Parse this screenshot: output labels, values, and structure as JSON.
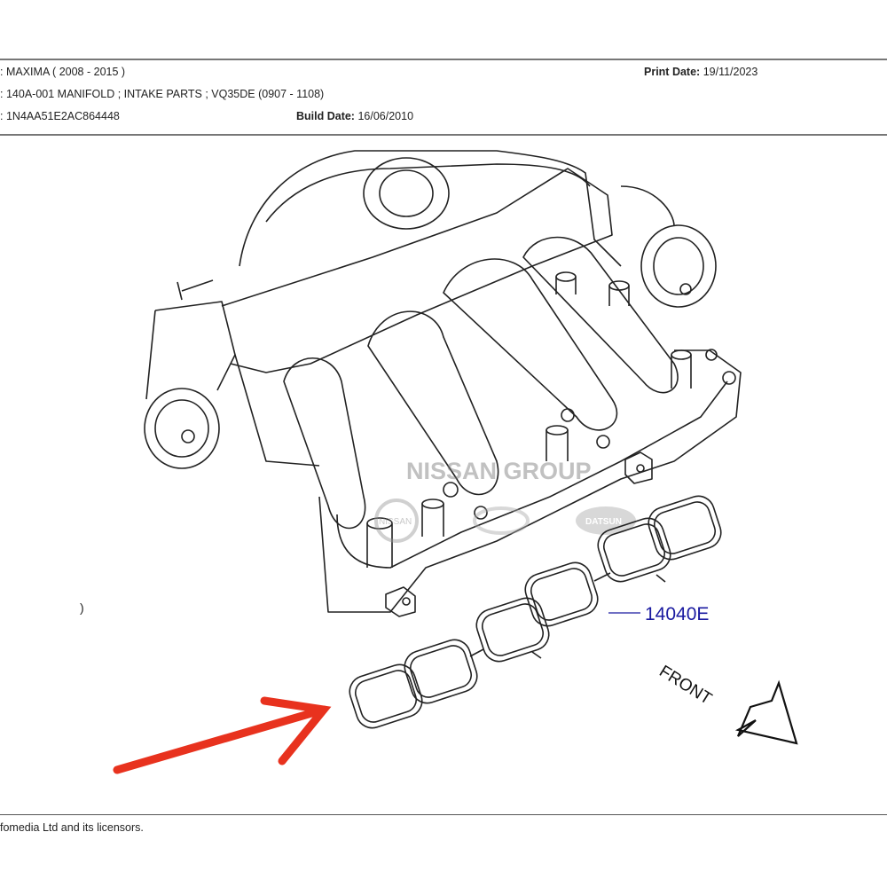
{
  "header": {
    "model_value": "MAXIMA ( 2008 - 2015 )",
    "model_label_tail": ":",
    "section_value": "140A-001 MANIFOLD ; INTAKE PARTS ; VQ35DE (0907 - 1108)",
    "section_label_tail": ":",
    "vin_value": "1N4AA51E2AC864448",
    "vin_label_tail": ":",
    "print_date_label": "Print Date:",
    "print_date_value": "19/11/2023",
    "build_date_label": "Build Date:",
    "build_date_value": "16/06/2010"
  },
  "diagram": {
    "part_number": "14040E",
    "watermark": "NISSAN GROUP",
    "logo_nissan": "NISSAN",
    "logo_datsun": "DATSUN",
    "front_label": "FRONT",
    "stray_mark": ")",
    "colors": {
      "callout": "#1a1aa0",
      "arrow": "#e8321e",
      "line": "#222222"
    }
  },
  "footer": {
    "copyright": "fomedia Ltd and its licensors."
  }
}
